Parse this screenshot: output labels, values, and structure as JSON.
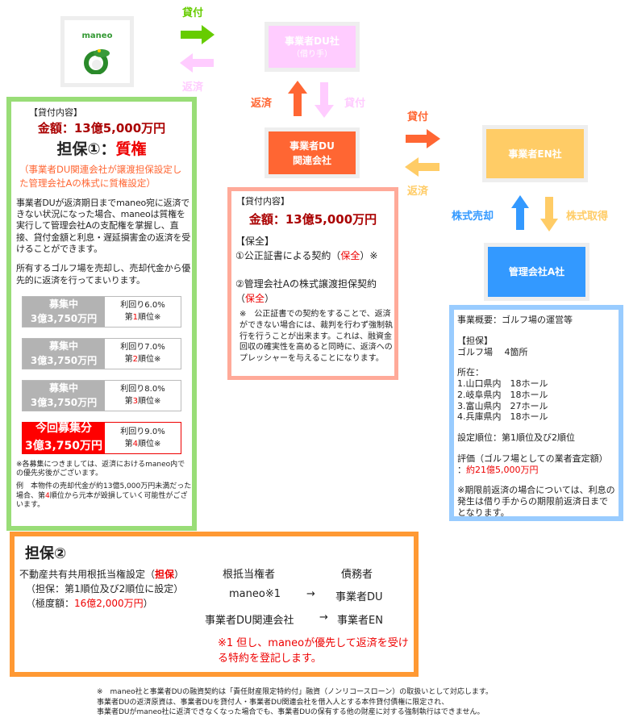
{
  "nodes": {
    "maneo": "maneo",
    "du": [
      "事業者DU社",
      "（借り手）"
    ],
    "du_related": [
      "事業者DU",
      "関連会社"
    ],
    "en": "事業者EN社",
    "mgmt": "管理会社A社"
  },
  "arrows": {
    "maneo_du_lend": "貸付",
    "maneo_du_repay": "返済",
    "du_rel_repay": "返済",
    "du_rel_lend": "貸付",
    "rel_en_lend": "貸付",
    "rel_en_repay": "返済",
    "en_mgmt_sell": "株式売却",
    "en_mgmt_buy": "株式取得"
  },
  "colors": {
    "green": "#66cc00",
    "pink": "#ffccff",
    "orange": "#ff6633",
    "yellow": "#ffcc66",
    "blue": "#3399ff"
  },
  "green_box": {
    "heading": "【貸付内容】",
    "amount": "金額：13億5,000万円",
    "collateral_prefix": "担保①：",
    "collateral_type": "質権",
    "note": "（事業者DU関連会社が譲渡担保設定した管理会社Aの株式に質権設定）",
    "para1": "事業者DUが返済期日までmaneo宛に返済できない状況になった場合、maneoは質権を実行して管理会社Aの支配権を掌握し、直接、貸付金額と利息・遅延損害金の返済を受けることができます。",
    "para2": "所有するゴルフ場を売却し、売却代金から優先的に返済を行ってまいります。",
    "tranches": [
      {
        "status": "募集中",
        "amount": "3億3,750万円",
        "yield": "利回り6.0%",
        "rank_pre": "第",
        "rank": "1",
        "rank_post": "順位※"
      },
      {
        "status": "募集中",
        "amount": "3億3,750万円",
        "yield": "利回り7.0%",
        "rank_pre": "第",
        "rank": "2",
        "rank_post": "順位※"
      },
      {
        "status": "募集中",
        "amount": "3億3,750万円",
        "yield": "利回り8.0%",
        "rank_pre": "第",
        "rank": "3",
        "rank_post": "順位※"
      },
      {
        "status": "今回募集分",
        "amount": "3億3,750万円",
        "yield": "利回り9.0%",
        "rank_pre": "第",
        "rank": "4",
        "rank_post": "順位※"
      }
    ],
    "foot1": "※各募集につきましては、返済におけるmaneo内での優先劣後がございます。",
    "foot2_a": "例　本物件の売却代金が約13億5,000万円未満だった場合、第",
    "foot2_rank": "4",
    "foot2_b": "順位から元本が毀損していく可能性がございます。"
  },
  "salmon_box": {
    "heading": "【貸付内容】",
    "amount": "金額：13億5,000万円",
    "sec_heading": "【保全】",
    "item1_a": "①公正証書による契約（",
    "item1_red": "保全",
    "item1_b": "）※",
    "item2_a": "②管理会社Aの株式譲渡担保契約",
    "item2_open": "（",
    "item2_red": "保全",
    "item2_close": "）",
    "note": "※　公正証書での契約をすることで、返済ができない場合には、裁判を行わず強制執行を行うことが出来ます。これは、融資金回収の確実性を高めると同時に、返済へのプレッシャーを与えることになります。"
  },
  "blue_box": {
    "business": "事業概要：ゴルフ場の運営等",
    "coll_heading": "【担保】",
    "coll": "ゴルフ場　 4箇所",
    "loc_heading": "所在：",
    "locations": [
      "1.山口県内　18ホール",
      "2.岐阜県内　18ホール",
      "3.富山県内　27ホール",
      "4.兵庫県内　18ホール"
    ],
    "rank": "設定順位：第1順位及び2順位",
    "valuation_label": "評価（ゴルフ場としての業者査定額）",
    "valuation_colon": "：",
    "valuation": "約21億5,000万円",
    "note": "※期限前返済の場合については、利息の発生は借り手からの期限前返済日までとなります。"
  },
  "orange_box": {
    "title": "担保②",
    "line1_a": "不動産共有共用根抵当権設定（",
    "line1_red": "担保",
    "line1_b": "）",
    "line2": "（担保：第1順位及び2順位に設定）",
    "line3_a": "（極度額：",
    "line3_red": "16億2,000万円",
    "line3_b": "）",
    "col1": "根抵当権者",
    "col2": "債務者",
    "rows": [
      {
        "holder": "maneo※1",
        "arrow": "→",
        "debtor": "事業者DU"
      },
      {
        "holder": "事業者DU関連会社",
        "arrow": "→",
        "debtor": "事業者EN"
      }
    ],
    "note": "※1 但し、maneoが優先して返済を受ける特約を登記します。"
  },
  "footer": [
    "※　maneo社と事業者DUの融資契約は「責任財産限定特約付」融資（ノンリコースローン）の取扱いとして対応します。",
    "事業者DUの返済原資は、事業者DUを貸付人・事業者DU関連会社を借入人とする本件貸付債権に限定され、",
    "事業者DUがmaneo社に返済できなくなった場合でも、事業者DUの保有する他の財産に対する強制執行はできません。"
  ]
}
